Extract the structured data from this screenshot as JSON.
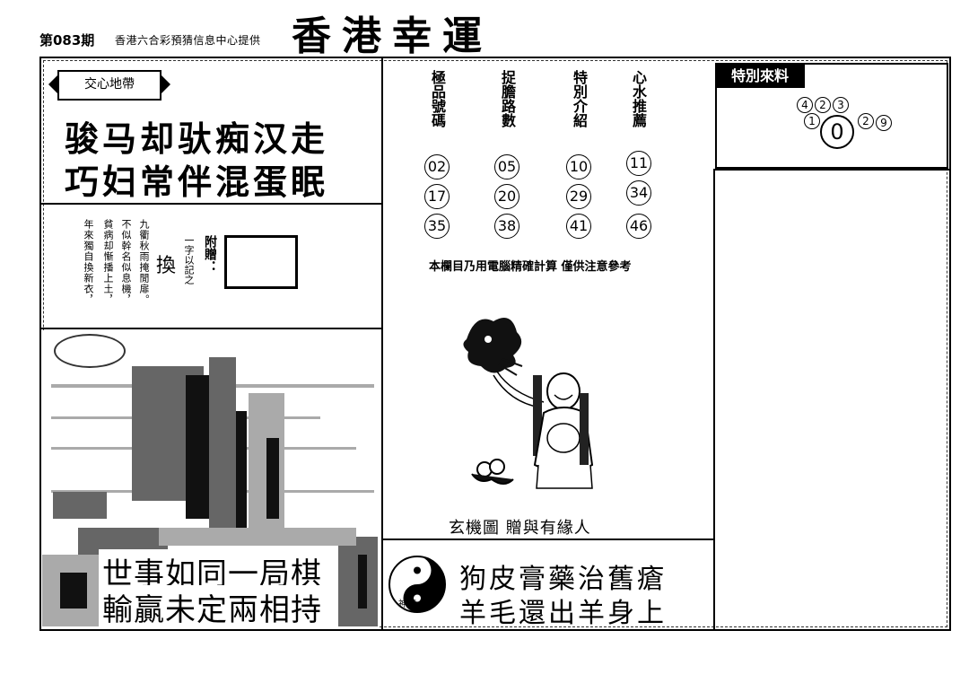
{
  "header": {
    "issue": "第083期",
    "provider": "香港六合彩預猜信息中心提供",
    "title": "香港幸運"
  },
  "left_top": {
    "tag_label": "交心地帶",
    "line1": "骏马却驮痴汉走",
    "line2": "巧妇常伴混蛋眠"
  },
  "riddle": {
    "columns": [
      "九衢秋雨掩閒扉",
      "不似幹名似息機",
      "貧病却慚播上土",
      "年來獨自換新衣"
    ],
    "marks": [
      "。",
      "，",
      "，",
      "，"
    ],
    "huan": "換",
    "hint": "一字以記之",
    "fuzeng": "附贈："
  },
  "poem": {
    "line1": "世事如同一局棋",
    "line2": "輸贏未定兩相持"
  },
  "numbers": {
    "columns": [
      {
        "header": "極品號碼",
        "values": [
          "02",
          "17",
          "35"
        ]
      },
      {
        "header": "捉膽路數",
        "values": [
          "05",
          "20",
          "38"
        ]
      },
      {
        "header": "特別介紹",
        "values": [
          "10",
          "29",
          "41"
        ]
      },
      {
        "header": "心水推薦",
        "values": [
          "11",
          "34",
          "46"
        ]
      }
    ],
    "note": "本欄目乃用電腦精確計算 僅供注意參考"
  },
  "special": {
    "label": "特別來料",
    "top_digits": [
      "4",
      "2",
      "3"
    ],
    "left_digit": "1",
    "center_digit": "0",
    "right_digits": [
      "2",
      "9"
    ]
  },
  "picture": {
    "caption": "玄機圖 贈與有緣人"
  },
  "bottom_right": {
    "emblem_label": "神鑒",
    "line1": "狗皮膏藥治舊瘡",
    "line2": "羊毛還出羊身上"
  }
}
